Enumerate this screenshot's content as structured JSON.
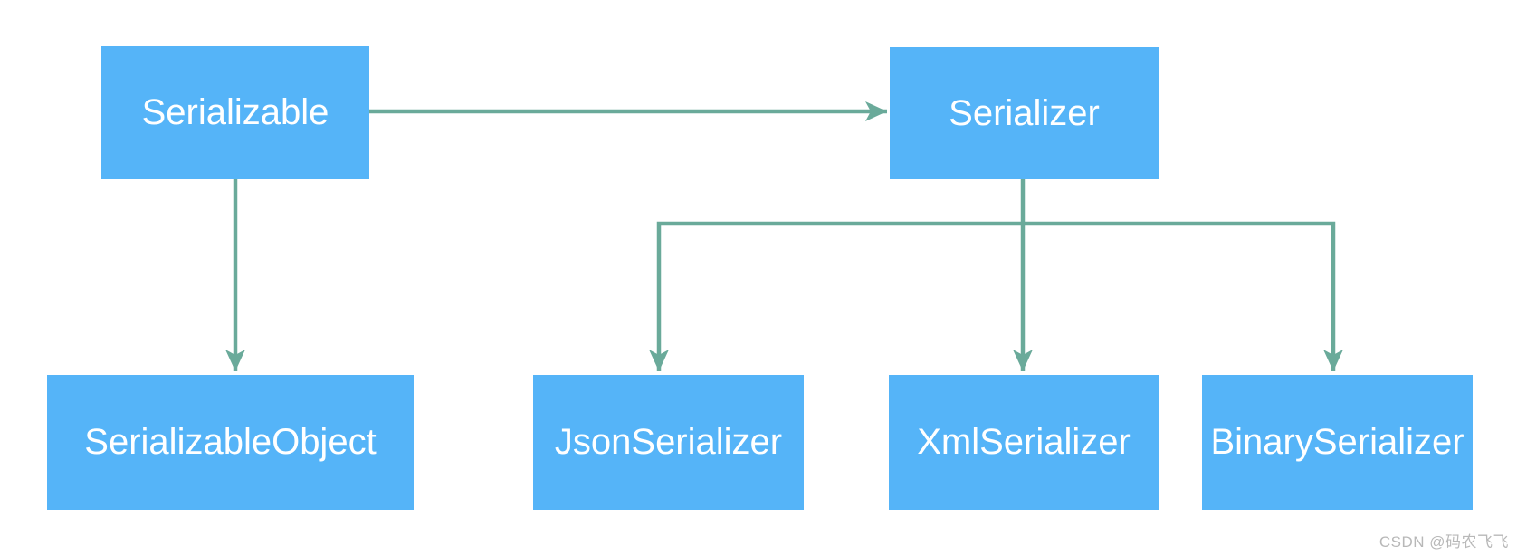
{
  "diagram": {
    "type": "class-hierarchy",
    "nodes": {
      "serializable": {
        "label": "Serializable"
      },
      "serializer": {
        "label": "Serializer"
      },
      "serializable_object": {
        "label": "SerializableObject"
      },
      "json_serializer": {
        "label": "JsonSerializer"
      },
      "xml_serializer": {
        "label": "XmlSerializer"
      },
      "binary_serializer": {
        "label": "BinarySerializer"
      }
    },
    "edges": [
      {
        "from": "Serializable",
        "to": "Serializer",
        "style": "arrow-right"
      },
      {
        "from": "Serializable",
        "to": "SerializableObject",
        "style": "arrow-down"
      },
      {
        "from": "Serializer",
        "to": "JsonSerializer",
        "style": "arrow-down"
      },
      {
        "from": "Serializer",
        "to": "XmlSerializer",
        "style": "arrow-down"
      },
      {
        "from": "Serializer",
        "to": "BinarySerializer",
        "style": "arrow-down"
      }
    ],
    "colors": {
      "background": "#ffffff",
      "node_fill": "#55b4f8",
      "node_text": "#ffffff",
      "arrow": "#6aaa9a",
      "watermark_text": "#b8b8b8"
    },
    "watermark": "CSDN @码农飞飞"
  }
}
